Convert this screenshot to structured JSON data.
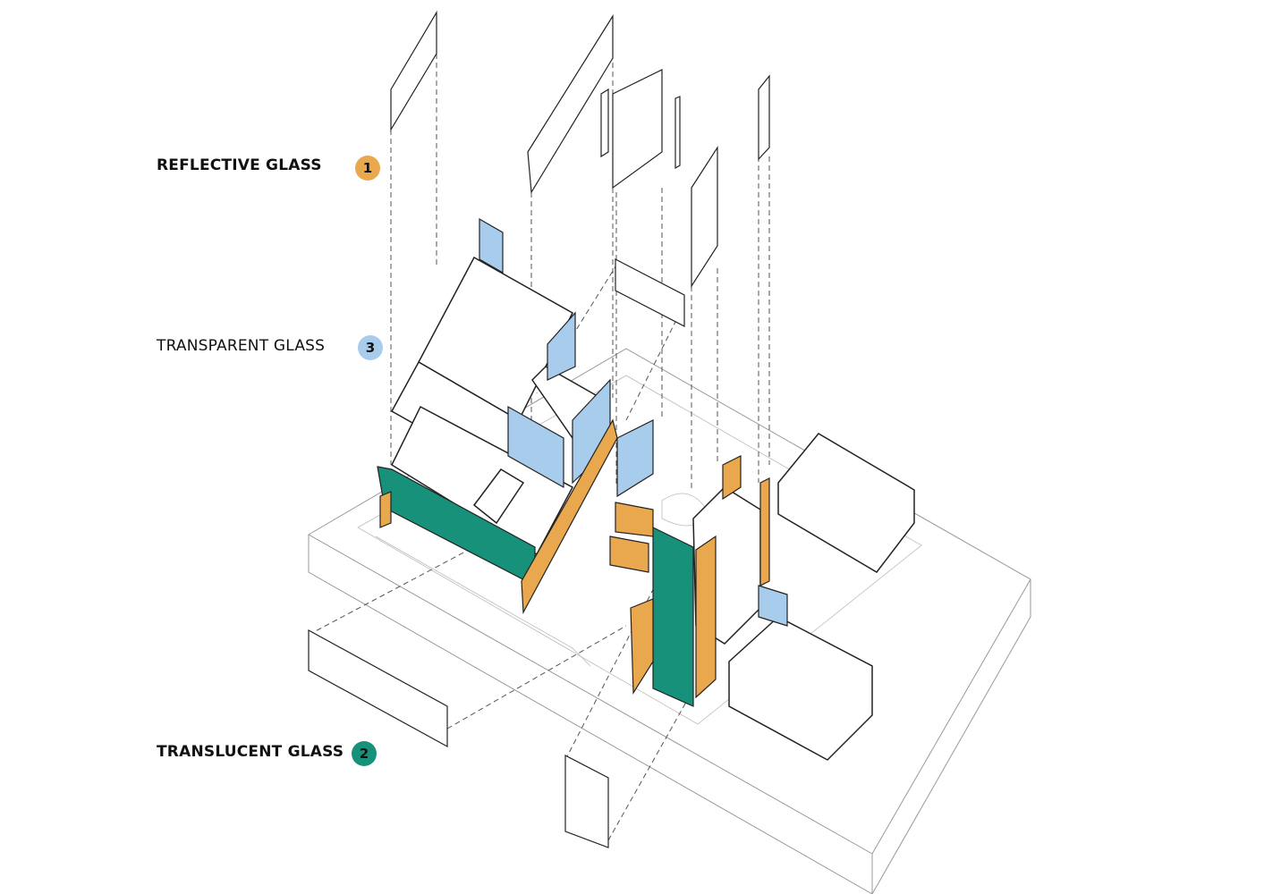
{
  "legend": [
    {
      "label": "REFLECTIVE GLASS",
      "number": "1",
      "color": "#E9A84E"
    },
    {
      "label": "TRANSPARENT GLASS",
      "number": "3",
      "color": "#A8CCEC"
    },
    {
      "label": "TRANSLUCENT GLASS",
      "number": "2",
      "color": "#17917A"
    }
  ],
  "colors": {
    "reflective": "#E9A84E",
    "transparent": "#A8CCEC",
    "translucent": "#17917A",
    "line": "#222222"
  }
}
